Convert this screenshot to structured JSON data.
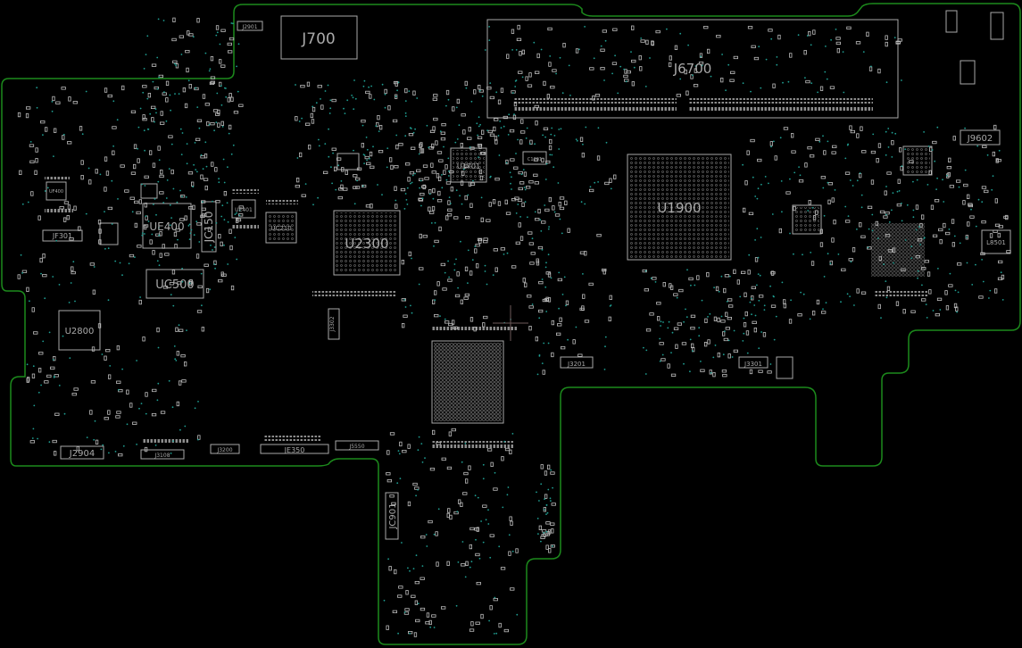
{
  "view": {
    "background": "#000000",
    "outline_color": "#1c8a1c",
    "silkscreen_color": "#a9a9a9",
    "via_color": "#1f9e92"
  },
  "components": {
    "J700": "J700",
    "J6700": "J6700",
    "J9602": "J9602",
    "U1900": "U1900",
    "U2300": "U2300",
    "UE400": "UE400",
    "UC500": "UC500",
    "U2800": "U2800",
    "JC150": "JC150",
    "JC901": "JC901",
    "JE350": "JE350",
    "J2904": "J2904",
    "JF301": "JF301",
    "J3108": "J3108",
    "J3200": "J3200",
    "J5550": "J5550",
    "J3201": "J3201",
    "J3301": "J3301",
    "J2901": "J2901",
    "U1701": "U1701",
    "L8501": "L8501",
    "UC210": "UC210",
    "UF400": "UF400",
    "UE401": "UE401",
    "J3302": "J3302",
    "C1201": "C1201"
  }
}
